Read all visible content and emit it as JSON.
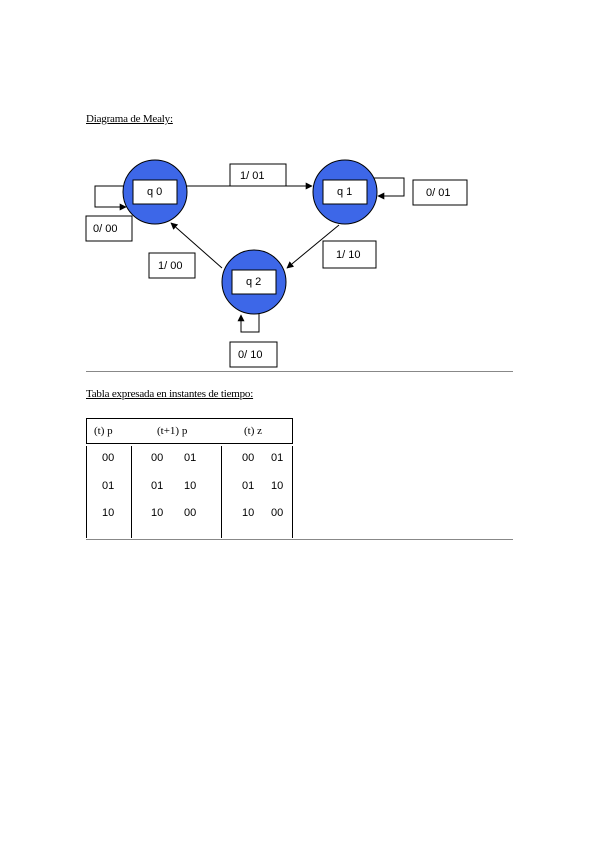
{
  "headings": {
    "diagram": "Diagrama de Mealy:",
    "table": "Tabla expresada en instantes de tiempo:"
  },
  "states": [
    {
      "id": "q0",
      "label": "q 0"
    },
    {
      "id": "q1",
      "label": "q 1"
    },
    {
      "id": "q2",
      "label": "q 2"
    }
  ],
  "transitions": [
    {
      "from": "q0",
      "to": "q1",
      "label": "1/ 01"
    },
    {
      "from": "q1",
      "to": "q1",
      "label": "0/ 01"
    },
    {
      "from": "q0",
      "to": "q0",
      "label": "0/ 00"
    },
    {
      "from": "q1",
      "to": "q2",
      "label": "1/ 10"
    },
    {
      "from": "q2",
      "to": "q0",
      "label": "1/ 00"
    },
    {
      "from": "q2",
      "to": "q2",
      "label": "0/ 10"
    }
  ],
  "colors": {
    "state_fill": "#3d67e8",
    "line": "#000000"
  },
  "table": {
    "headers": [
      "(t) p",
      "(t+1) p",
      "(t) z"
    ],
    "rows": [
      {
        "p": "00",
        "next": [
          "00",
          "01"
        ],
        "z": [
          "00",
          "01"
        ]
      },
      {
        "p": "01",
        "next": [
          "01",
          "10"
        ],
        "z": [
          "01",
          "10"
        ]
      },
      {
        "p": "10",
        "next": [
          "10",
          "00"
        ],
        "z": [
          "10",
          "00"
        ]
      }
    ]
  }
}
